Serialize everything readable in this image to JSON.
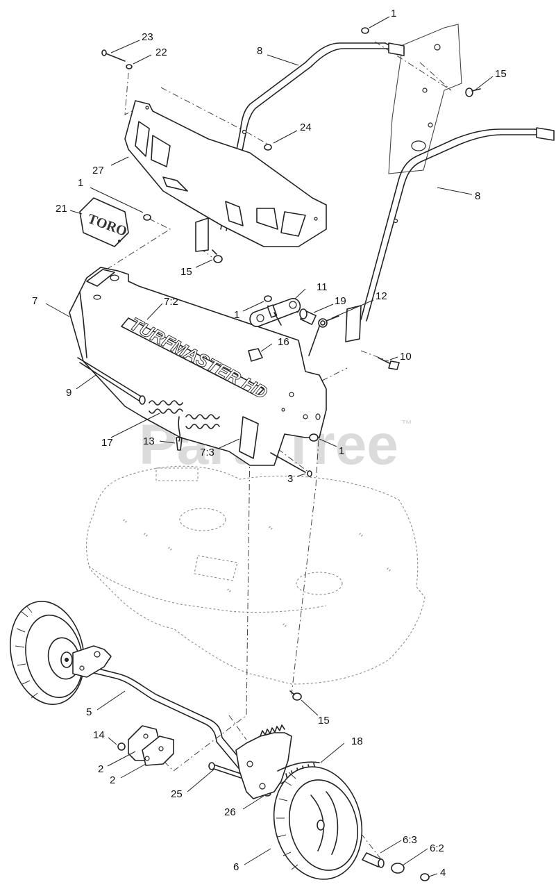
{
  "watermark": {
    "text": "PartsTree",
    "trademark": "™"
  },
  "decals": {
    "logo": "TORO",
    "model": "TURFMASTER HD"
  },
  "callouts": [
    {
      "id": "c-1a",
      "label": "1"
    },
    {
      "id": "c-8a",
      "label": "8"
    },
    {
      "id": "c-23",
      "label": "23"
    },
    {
      "id": "c-22",
      "label": "22"
    },
    {
      "id": "c-15a",
      "label": "15"
    },
    {
      "id": "c-24",
      "label": "24"
    },
    {
      "id": "c-8b",
      "label": "8"
    },
    {
      "id": "c-27",
      "label": "27"
    },
    {
      "id": "c-1b",
      "label": "1"
    },
    {
      "id": "c-21",
      "label": "21"
    },
    {
      "id": "c-15b",
      "label": "15"
    },
    {
      "id": "c-11",
      "label": "11"
    },
    {
      "id": "c-19",
      "label": "19"
    },
    {
      "id": "c-12",
      "label": "12"
    },
    {
      "id": "c-1c",
      "label": "1"
    },
    {
      "id": "c-7",
      "label": "7"
    },
    {
      "id": "c-72",
      "label": "7:2"
    },
    {
      "id": "c-16",
      "label": "16"
    },
    {
      "id": "c-10",
      "label": "10"
    },
    {
      "id": "c-9",
      "label": "9"
    },
    {
      "id": "c-17",
      "label": "17"
    },
    {
      "id": "c-13",
      "label": "13"
    },
    {
      "id": "c-73",
      "label": "7:3"
    },
    {
      "id": "c-1d",
      "label": "1"
    },
    {
      "id": "c-3",
      "label": "3"
    },
    {
      "id": "c-5",
      "label": "5"
    },
    {
      "id": "c-15c",
      "label": "15"
    },
    {
      "id": "c-14",
      "label": "14"
    },
    {
      "id": "c-18",
      "label": "18"
    },
    {
      "id": "c-2a",
      "label": "2"
    },
    {
      "id": "c-2b",
      "label": "2"
    },
    {
      "id": "c-25",
      "label": "25"
    },
    {
      "id": "c-26",
      "label": "26"
    },
    {
      "id": "c-63",
      "label": "6:3"
    },
    {
      "id": "c-62",
      "label": "6:2"
    },
    {
      "id": "c-6",
      "label": "6"
    },
    {
      "id": "c-4",
      "label": "4"
    }
  ]
}
